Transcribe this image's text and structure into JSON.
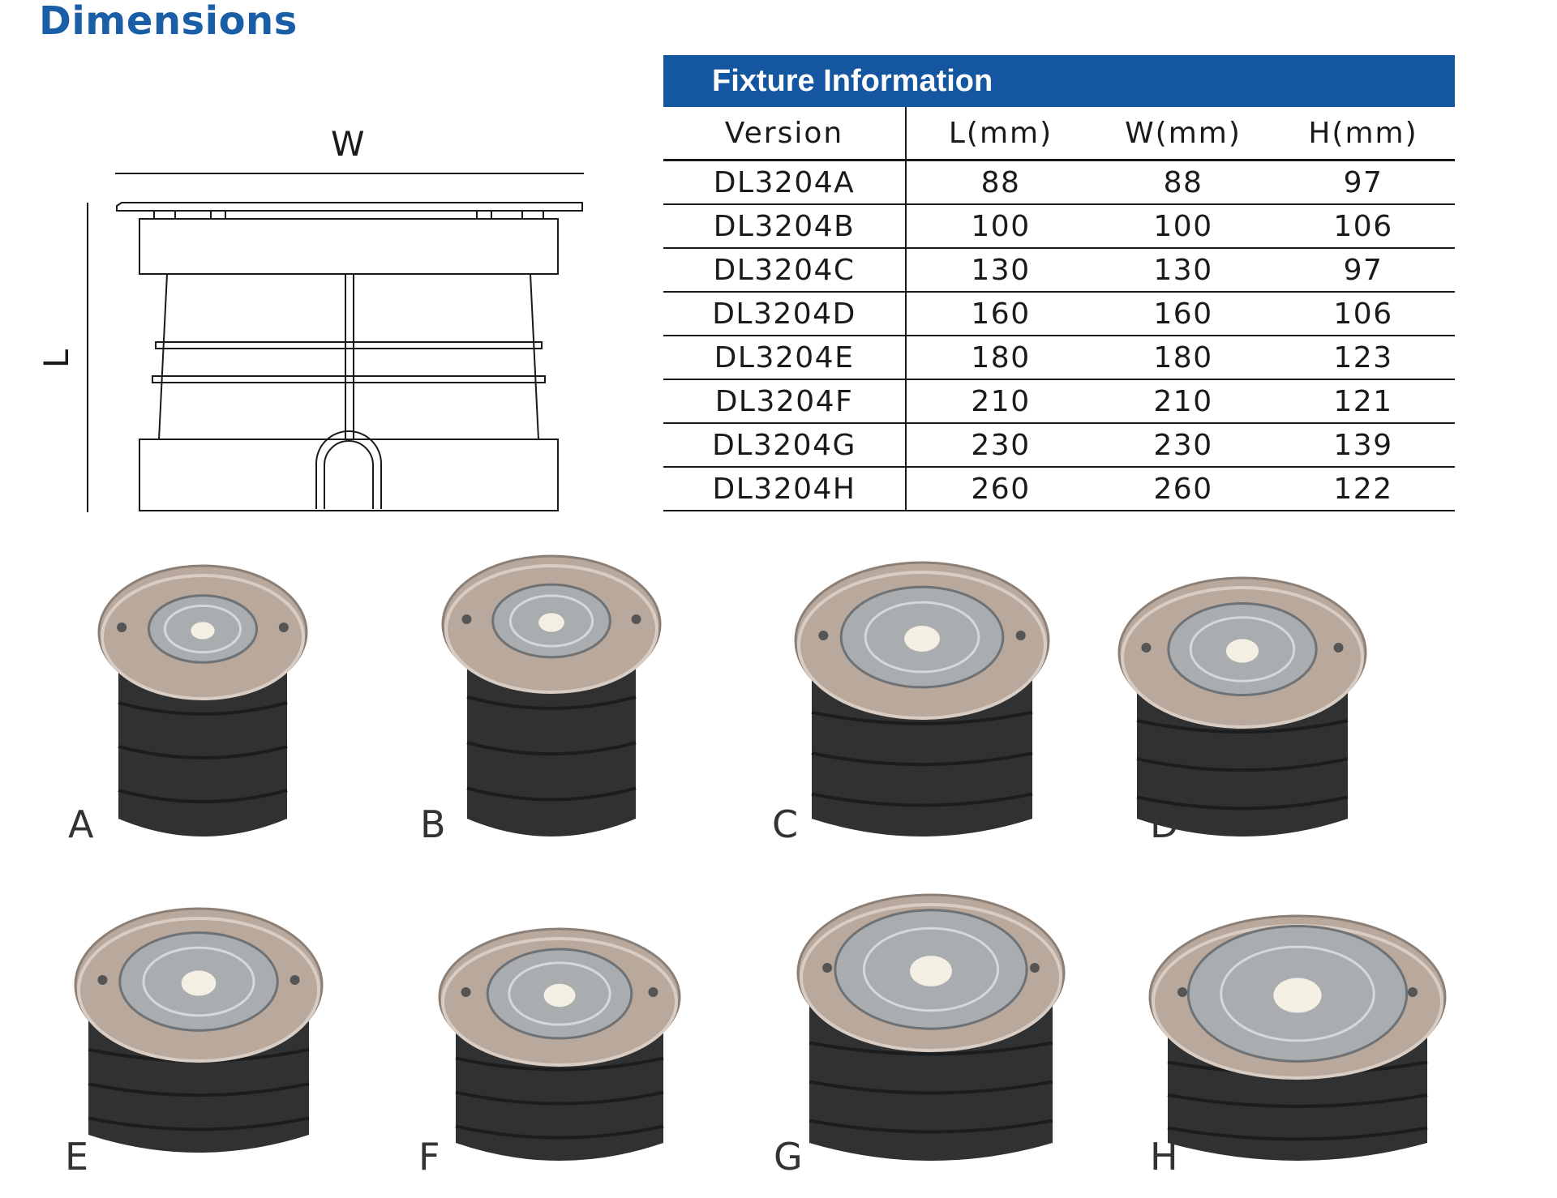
{
  "page": {
    "title": "Dimensions"
  },
  "drawing": {
    "width_label": "W",
    "length_label": "L"
  },
  "table": {
    "banner": "Fixture Information",
    "headers": [
      "Version",
      "L(mm)",
      "W(mm)",
      "H(mm)"
    ],
    "rows": [
      [
        "DL3204A",
        "88",
        "88",
        "97"
      ],
      [
        "DL3204B",
        "100",
        "100",
        "106"
      ],
      [
        "DL3204C",
        "130",
        "130",
        "97"
      ],
      [
        "DL3204D",
        "160",
        "160",
        "106"
      ],
      [
        "DL3204E",
        "180",
        "180",
        "123"
      ],
      [
        "DL3204F",
        "210",
        "210",
        "121"
      ],
      [
        "DL3204G",
        "230",
        "230",
        "139"
      ],
      [
        "DL3204H",
        "260",
        "260",
        "122"
      ]
    ]
  },
  "products": {
    "letters": [
      "A",
      "B",
      "C",
      "D",
      "E",
      "F",
      "G",
      "H"
    ]
  },
  "colors": {
    "title": "#1a5ea8",
    "banner": "#1456a0",
    "steel": "#b9a89c",
    "body": "#2f3133"
  }
}
